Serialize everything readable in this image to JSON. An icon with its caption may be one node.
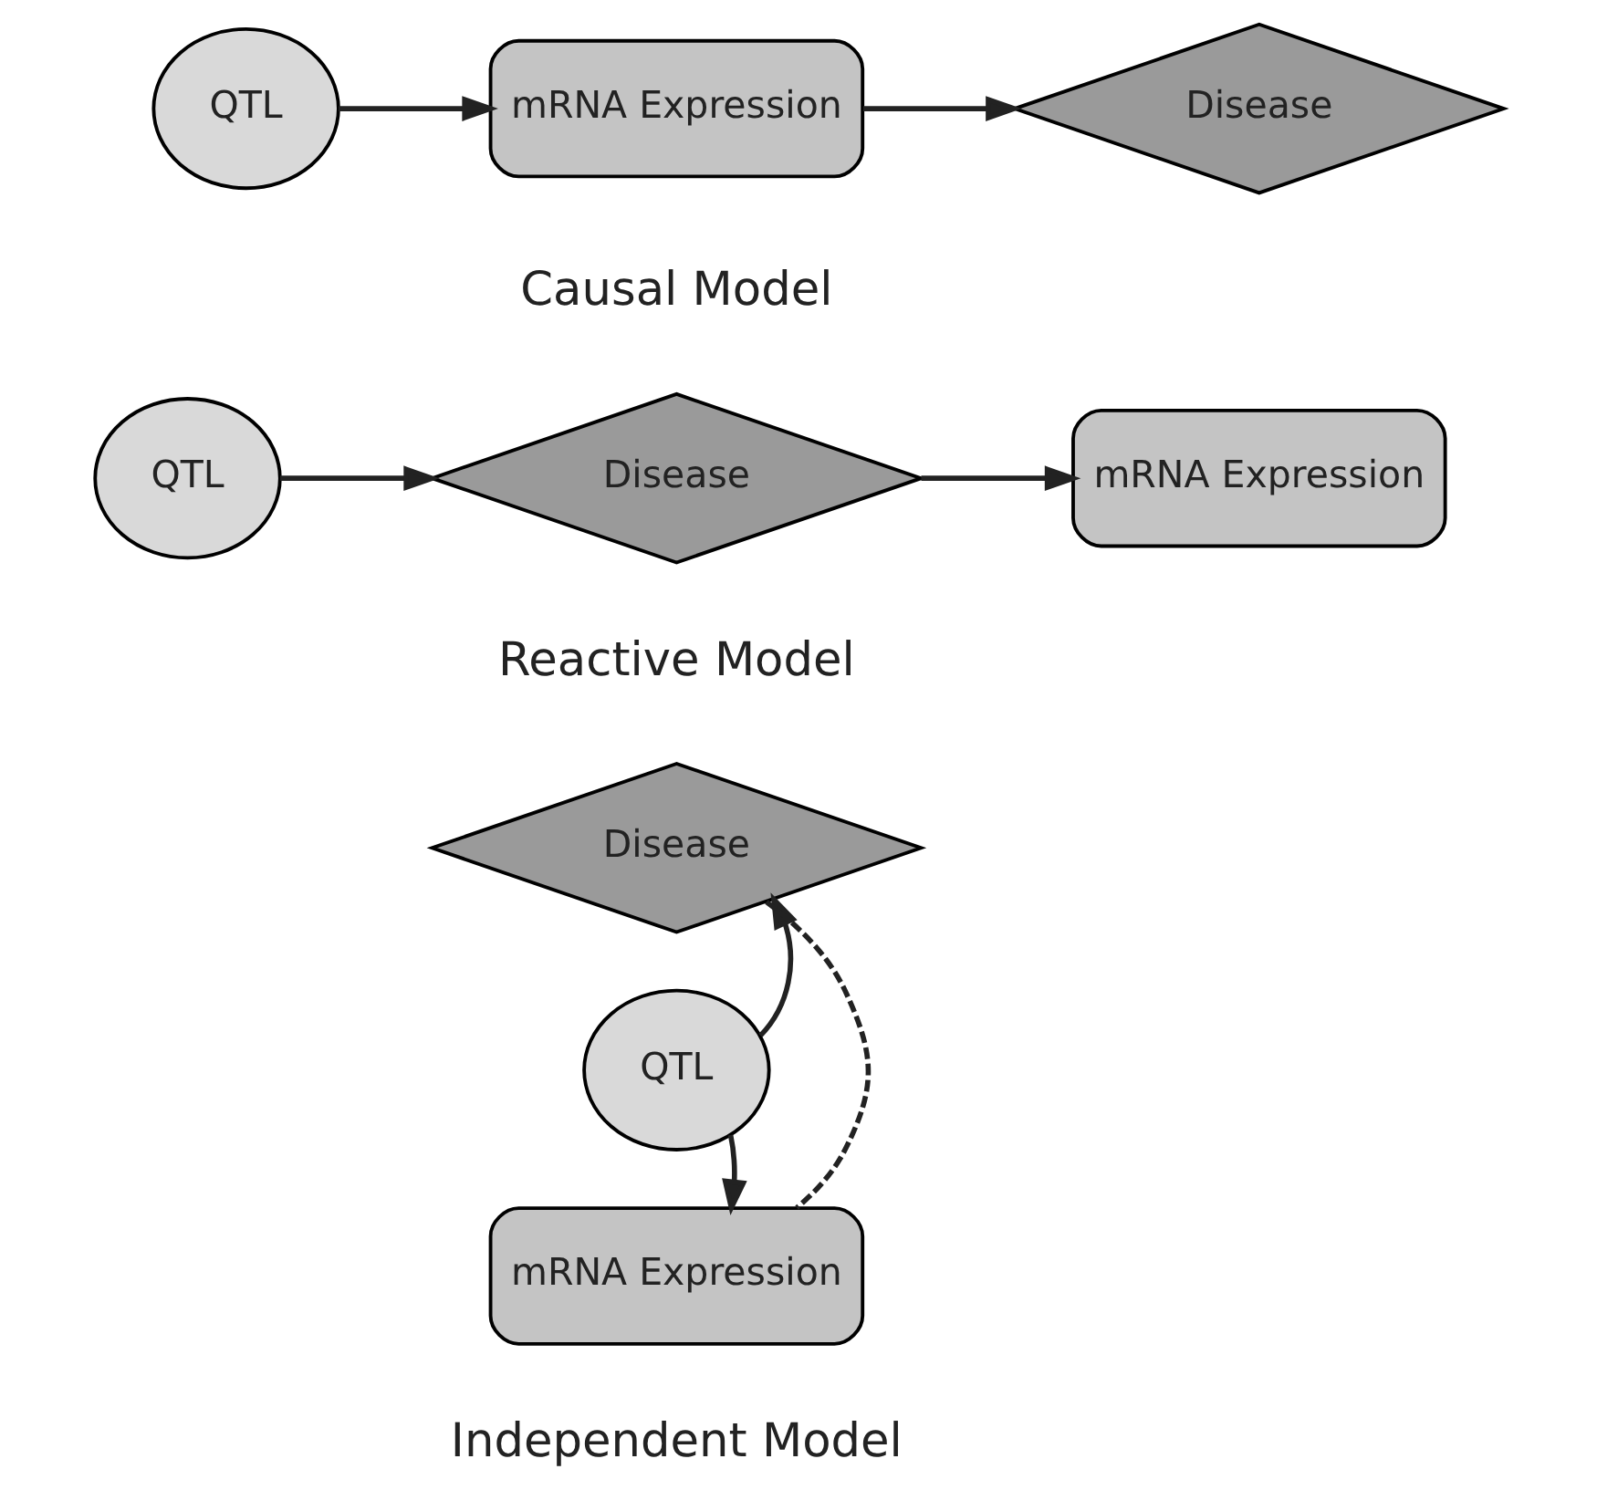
{
  "diagram": {
    "nodes": [
      {
        "text": [
          "QTL"
        ]
      },
      {
        "text": [
          "mRNA Expression"
        ]
      },
      {
        "text": [
          "Disease"
        ]
      },
      {
        "text": [
          "QTL"
        ]
      },
      {
        "text": [
          "Disease"
        ]
      },
      {
        "text": [
          "mRNA Expression"
        ]
      },
      {
        "text": [
          "QTL"
        ]
      },
      {
        "text": [
          "Disease"
        ]
      },
      {
        "text": [
          "mRNA Expression"
        ]
      }
    ],
    "edges": [
      {
        "from": 0,
        "to": 1,
        "arrow": "to"
      },
      {
        "from": 1,
        "to": 2,
        "arrow": "to"
      },
      {
        "from": 3,
        "to": 4,
        "arrow": "to"
      },
      {
        "from": 4,
        "to": 5,
        "arrow": "to"
      },
      {
        "from": 6,
        "to": 7,
        "arrow": "to"
      },
      {
        "from": 6,
        "to": 8,
        "arrow": "to"
      },
      {
        "from": 7,
        "to": 8,
        "arrow": "none",
        "style": "dashed"
      }
    ],
    "labels": [
      "Causal Model",
      "Reactive Model",
      "Independent Model"
    ]
  }
}
